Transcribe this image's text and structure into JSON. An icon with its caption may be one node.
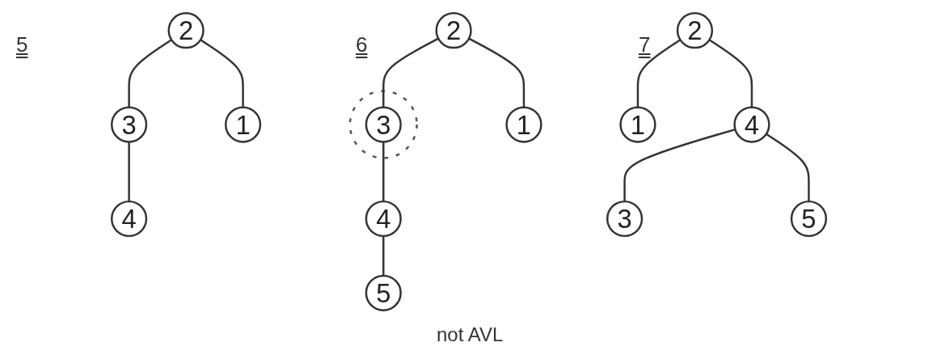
{
  "diagram": {
    "nodes": [
      {
        "text": [
          "2"
        ]
      },
      {
        "text": [
          "1"
        ]
      },
      {
        "text": [
          "3"
        ]
      },
      {
        "text": [
          "4"
        ]
      },
      {
        "text": [
          "2"
        ]
      },
      {
        "text": [
          "1"
        ]
      },
      {
        "text": [],
        "shape": "circle"
      },
      {
        "text": [
          "3"
        ],
        "in": 6
      },
      {
        "text": [
          "4"
        ]
      },
      {
        "text": [
          "5"
        ]
      },
      {
        "text": [
          "2"
        ]
      },
      {
        "text": [
          "1"
        ]
      },
      {
        "text": [
          "4"
        ]
      },
      {
        "text": [
          "3"
        ]
      },
      {
        "text": [
          "5"
        ]
      }
    ],
    "edges": [
      {
        "from": 0,
        "to": 1,
        "arrow": "none"
      },
      {
        "from": 0,
        "to": 2,
        "arrow": "none"
      },
      {
        "from": 2,
        "to": 3,
        "arrow": "none"
      },
      {
        "from": 4,
        "to": 5,
        "arrow": "none"
      },
      {
        "from": 4,
        "to": 7,
        "arrow": "none"
      },
      {
        "from": 7,
        "to": 8,
        "arrow": "none"
      },
      {
        "from": 8,
        "to": 9,
        "arrow": "none"
      },
      {
        "from": 10,
        "to": 11,
        "arrow": "none"
      },
      {
        "from": 10,
        "to": 12,
        "arrow": "none"
      },
      {
        "from": 12,
        "to": 13,
        "arrow": "none"
      },
      {
        "from": 12,
        "to": 14,
        "arrow": "none"
      }
    ],
    "labels": [
      "5",
      "6",
      "7",
      "not AVL"
    ]
  }
}
